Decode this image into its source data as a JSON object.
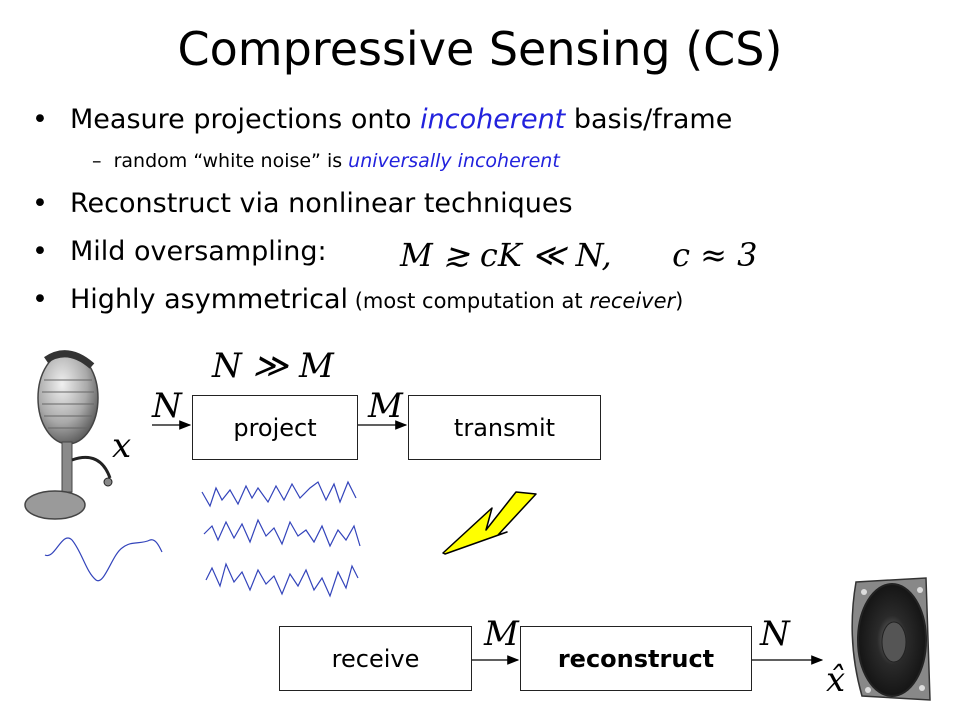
{
  "title": "Compressive Sensing (CS)",
  "bullets": {
    "b1_pre": "Measure projections onto ",
    "b1_em": "incoherent",
    "b1_post": " basis/frame",
    "b1_sub_pre": "random “white noise” is ",
    "b1_sub_em": "universally incoherent",
    "b2": "Reconstruct via nonlinear techniques",
    "b3": "Mild oversampling:",
    "b4_main": "Highly asymmetrical",
    "b4_paren_pre": " (most computation at ",
    "b4_paren_em": "receiver",
    "b4_paren_post": ")",
    "bullet_char": "•",
    "dash_char": "–"
  },
  "math": {
    "oversampling_lhs": "M ≳ cK ≪ N,",
    "oversampling_rhs": "c ≈ 3"
  },
  "diagram": {
    "label_NggM": "N ≫ M",
    "label_N_in": "N",
    "label_M_mid": "M",
    "label_x": "x",
    "project": "project",
    "transmit": "transmit",
    "receive": "receive",
    "reconstruct": "reconstruct",
    "label_M_rx": "M",
    "label_N_out": "N",
    "label_xhat": "x̂"
  },
  "colors": {
    "accent": "#2222dd",
    "wave": "#3344bb",
    "lightning": "#ffff00"
  },
  "icons": [
    "microphone-icon",
    "speaker-icon",
    "lightning-bolt-icon",
    "signal-wave-icon",
    "noise-wave-icon"
  ]
}
